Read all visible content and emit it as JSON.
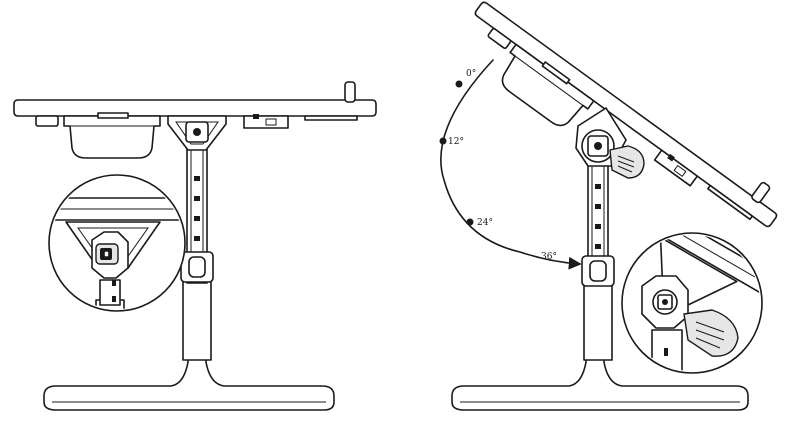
{
  "figure": {
    "views": [
      "side-view-flat",
      "side-view-tilted"
    ]
  },
  "tilt_angles": [
    {
      "label": "0°"
    },
    {
      "label": "12°"
    },
    {
      "label": "24°"
    },
    {
      "label": "36°"
    }
  ]
}
